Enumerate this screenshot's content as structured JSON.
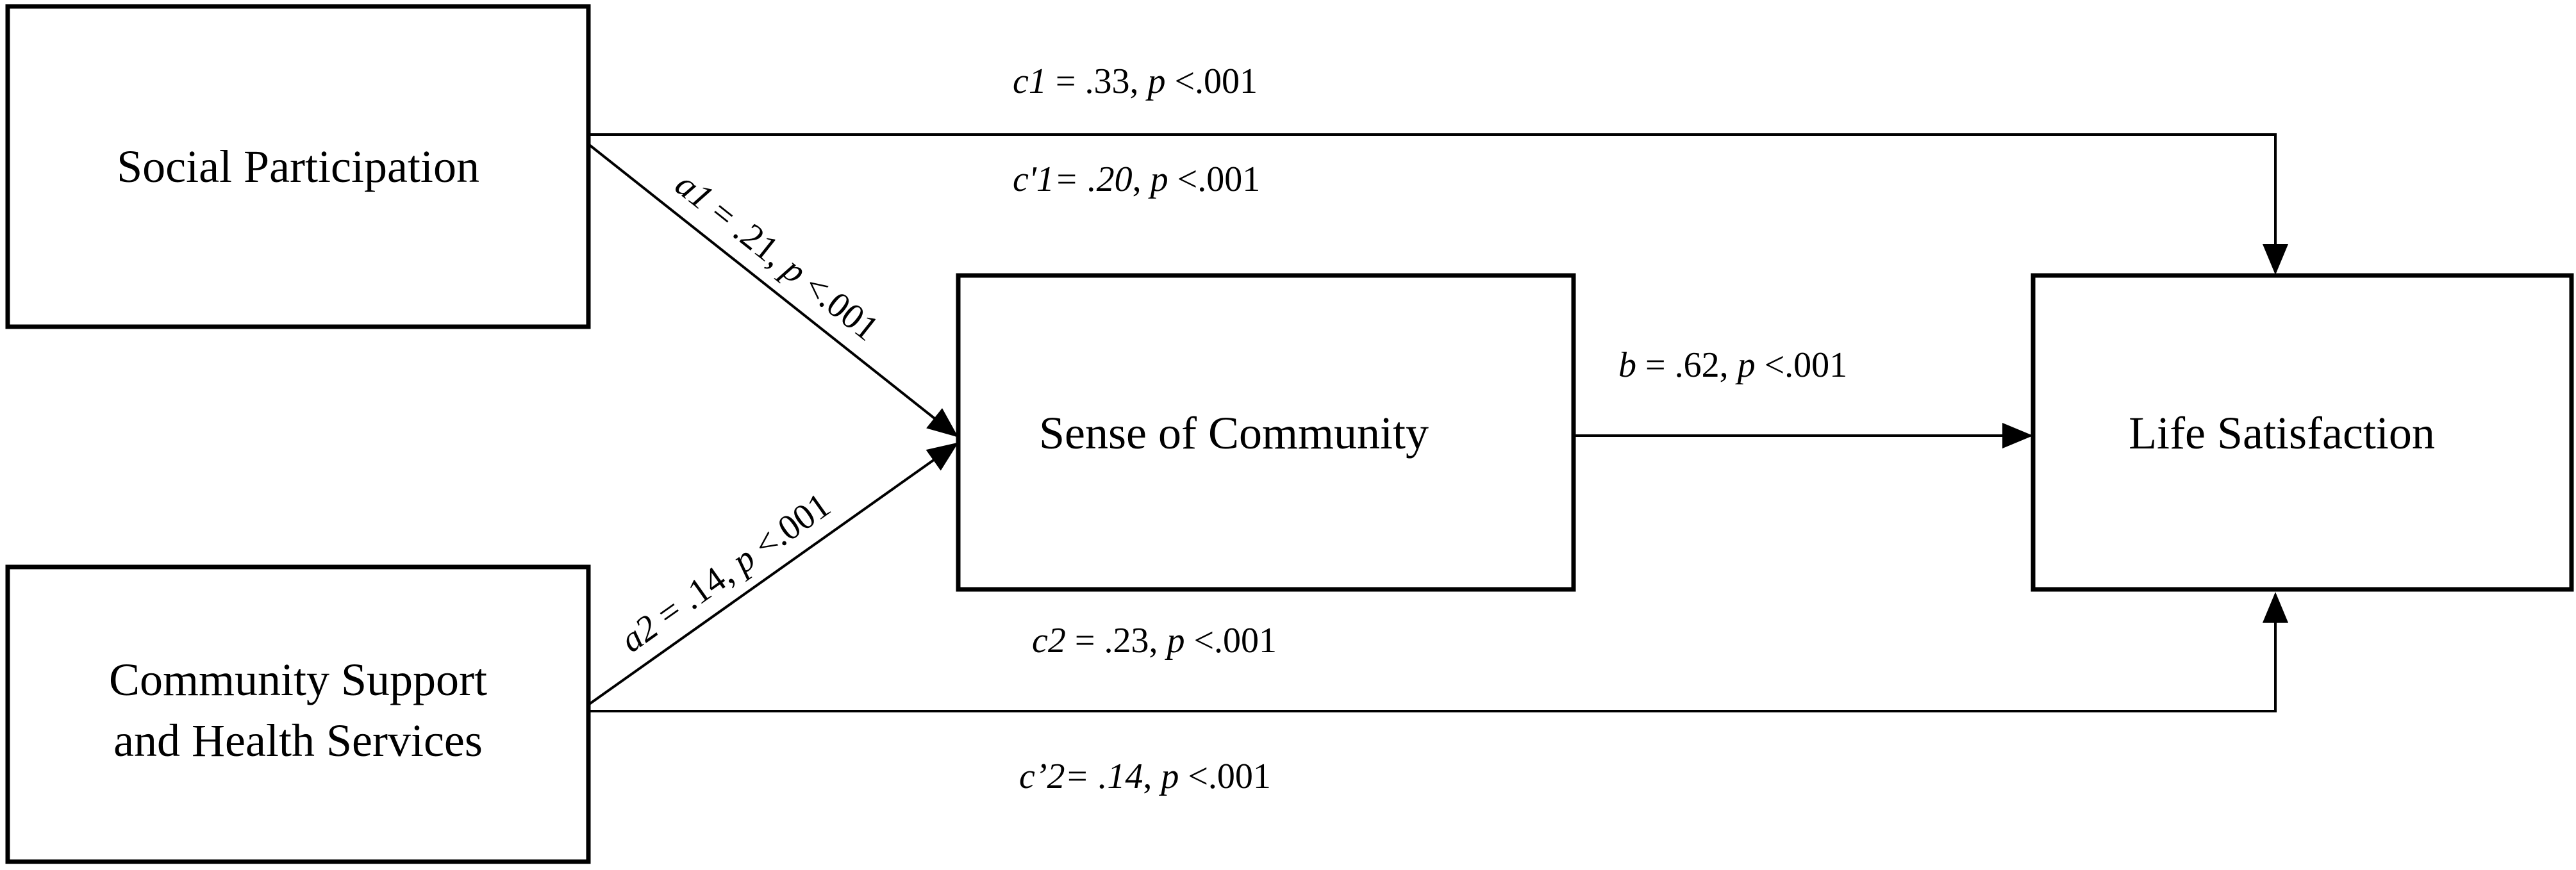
{
  "nodes": {
    "social_participation": {
      "line1": "Social Participation"
    },
    "community_support": {
      "line1": "Community Support",
      "line2": "and Health Services"
    },
    "sense_of_community": {
      "line1": "Sense of Community"
    },
    "life_satisfaction": {
      "line1": "Life Satisfaction"
    }
  },
  "paths": {
    "c1": {
      "coef": "c1",
      "value": ".33",
      "p_symbol": "p",
      "p_value": "<.001"
    },
    "c_prime_1": {
      "coef": "c'1",
      "value": ".20",
      "p_symbol": "p",
      "p_value": "<.001"
    },
    "a1": {
      "coef": "a1",
      "value": ".21",
      "p_symbol": "p",
      "p_value": "<.001"
    },
    "a2": {
      "coef": "a2",
      "value": ".14",
      "p_symbol": "p",
      "p_value": "<.001"
    },
    "b": {
      "coef": "b",
      "value": ".62",
      "p_symbol": "p",
      "p_value": "<.001"
    },
    "c2": {
      "coef": "c2",
      "value": ".23",
      "p_symbol": "p",
      "p_value": "<.001"
    },
    "c_prime_2": {
      "coef": "c’2",
      "value": ".14",
      "p_symbol": "p",
      "p_value": "<.001"
    }
  }
}
